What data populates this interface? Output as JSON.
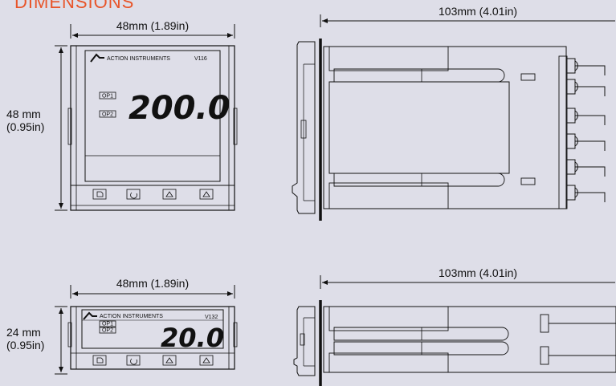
{
  "title": "DIMENSIONS",
  "top_unit": {
    "width_label": "48mm (1.89in)",
    "height_label_line1": "48 mm",
    "height_label_line2": "(0.95in)",
    "depth_label": "103mm (4.01in)",
    "brand": "ACTION INSTRUMENTS",
    "model": "V116",
    "op1": "OP1",
    "op2": "OP2",
    "display_value": "200.0"
  },
  "bottom_unit": {
    "width_label": "48mm (1.89in)",
    "height_label_line1": "24 mm",
    "height_label_line2": "(0.95in)",
    "depth_label": "103mm (4.01in)",
    "brand": "ACTION INSTRUMENTS",
    "model": "V132",
    "op1": "OP1",
    "op2": "OP2",
    "display_value": "20.0"
  },
  "colors": {
    "title": "#e8552a",
    "background": "#dedee8",
    "line": "#111111"
  }
}
